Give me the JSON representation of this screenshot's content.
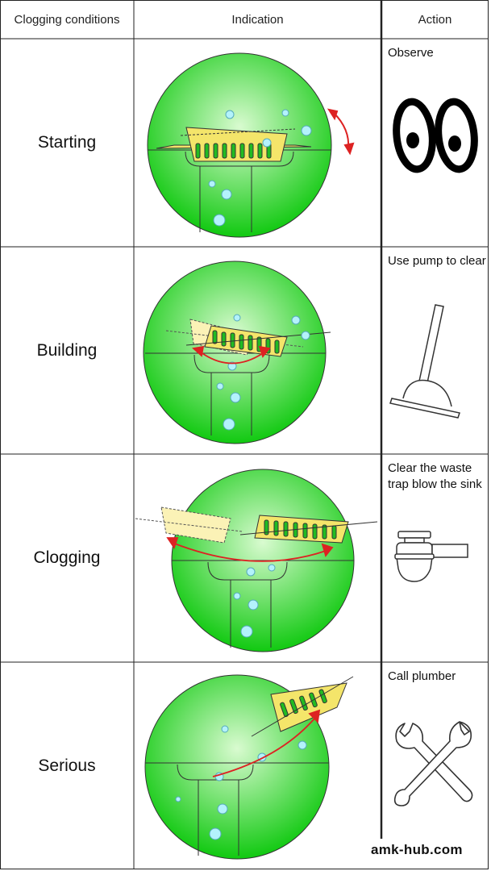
{
  "header": {
    "col1": "Clogging conditions",
    "col2": "Indication",
    "col3": "Action"
  },
  "rows": [
    {
      "condition": "Starting",
      "action": "Observe",
      "action_icon": "eyes-icon"
    },
    {
      "condition": "Building",
      "action": "Use pump to clear",
      "action_icon": "plunger-icon"
    },
    {
      "condition": "Clogging",
      "action": "Clear the waste trap blow the sink",
      "action_icon": "waste-trap-icon"
    },
    {
      "condition": "Serious",
      "action": "Call plumber",
      "action_icon": "wrenches-icon"
    }
  ],
  "watermark": "amk-hub.com",
  "colors": {
    "water_light": "#d9fbd0",
    "water_dark": "#11c911",
    "bubble": "#b3f2fb",
    "strainer": "#f4e56a",
    "strainer_slot": "#22bb22",
    "arrow": "#dd2222",
    "grid_line": "#222222"
  }
}
